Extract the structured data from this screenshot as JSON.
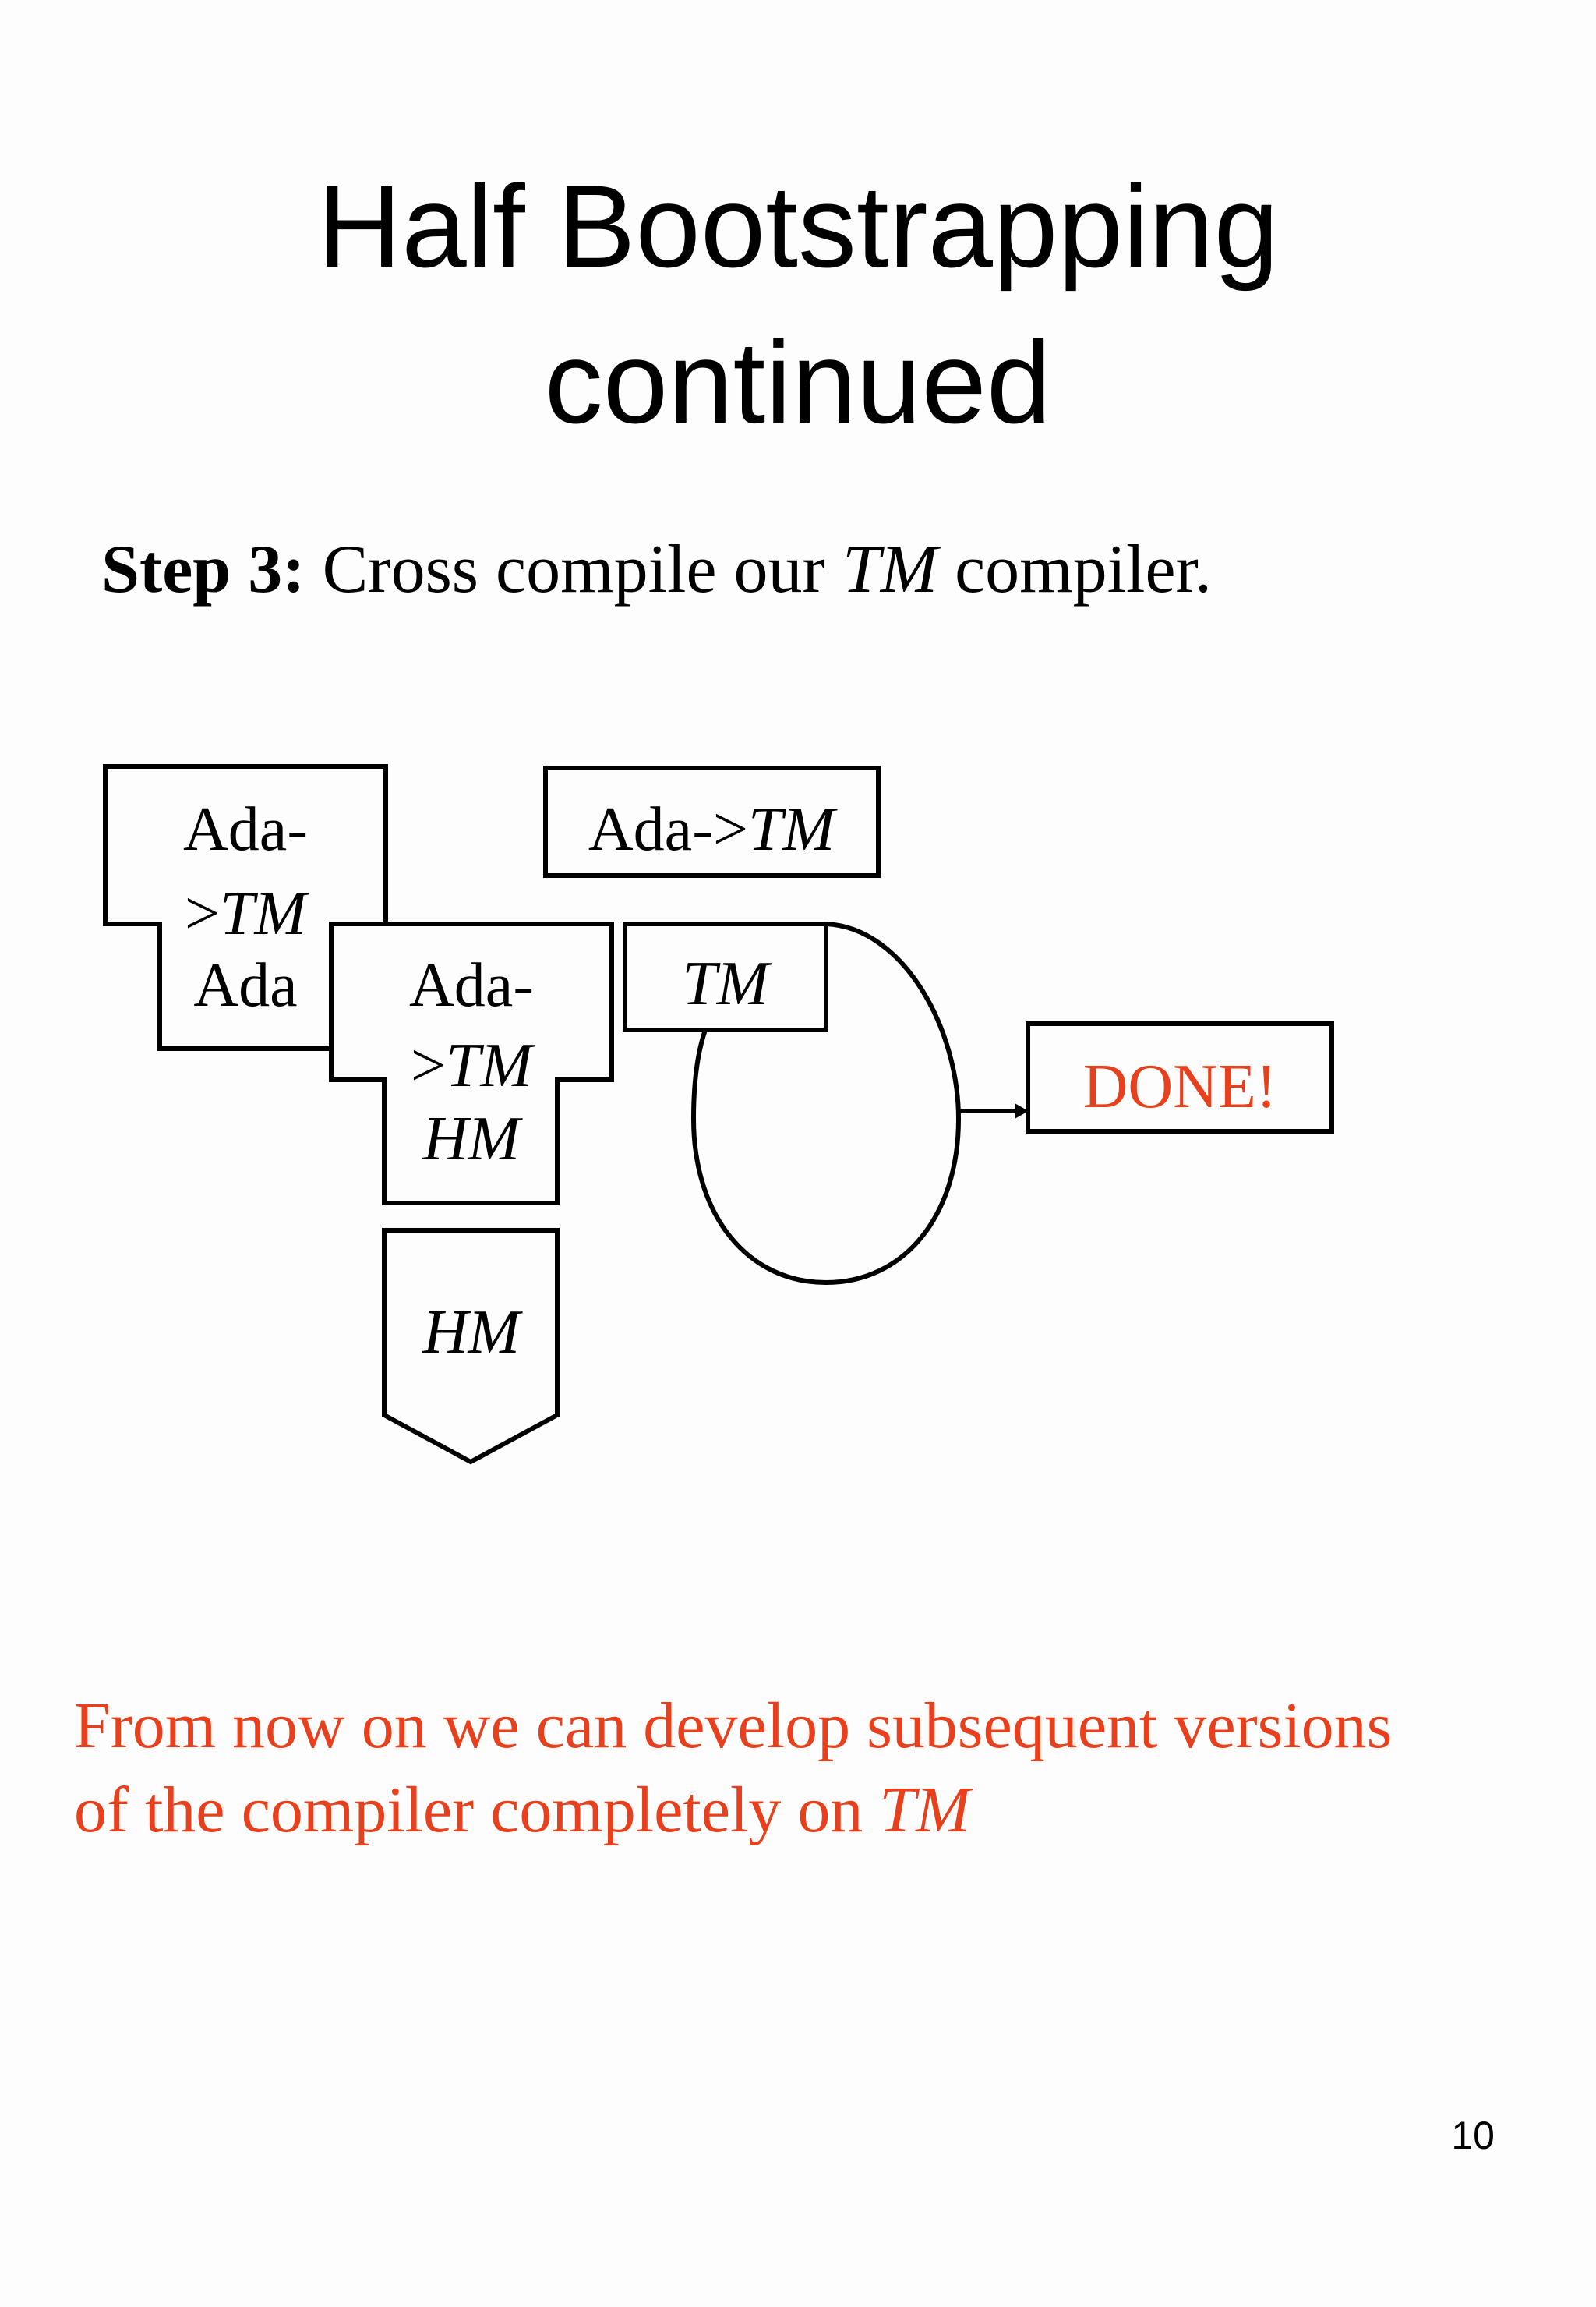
{
  "title": {
    "line1": "Half Bootstrapping",
    "line2": "continued"
  },
  "step": {
    "label": "Step 3:",
    "text_before": " Cross compile our ",
    "text_italic": "TM",
    "text_after": "  compiler."
  },
  "diagram": {
    "t1_top_line1": "Ada-",
    "t1_top_line2": ">",
    "t1_top_line2_italic": "TM",
    "t1_bottom": "Ada",
    "t2_top_line1": "Ada-",
    "t2_top_line2": ">",
    "t2_top_line2_italic": "TM",
    "t2_bottom": "HM",
    "machine": "HM",
    "output_box": "Ada->",
    "output_box_italic": "TM",
    "tm_box": "TM",
    "done": "DONE!",
    "colors": {
      "stroke": "#000000",
      "accent": "#e8401c"
    }
  },
  "note": {
    "line1": "From now on we can develop subsequent versions",
    "line2_text": "of the compiler completely on ",
    "line2_italic": "TM"
  },
  "page_number": "10"
}
